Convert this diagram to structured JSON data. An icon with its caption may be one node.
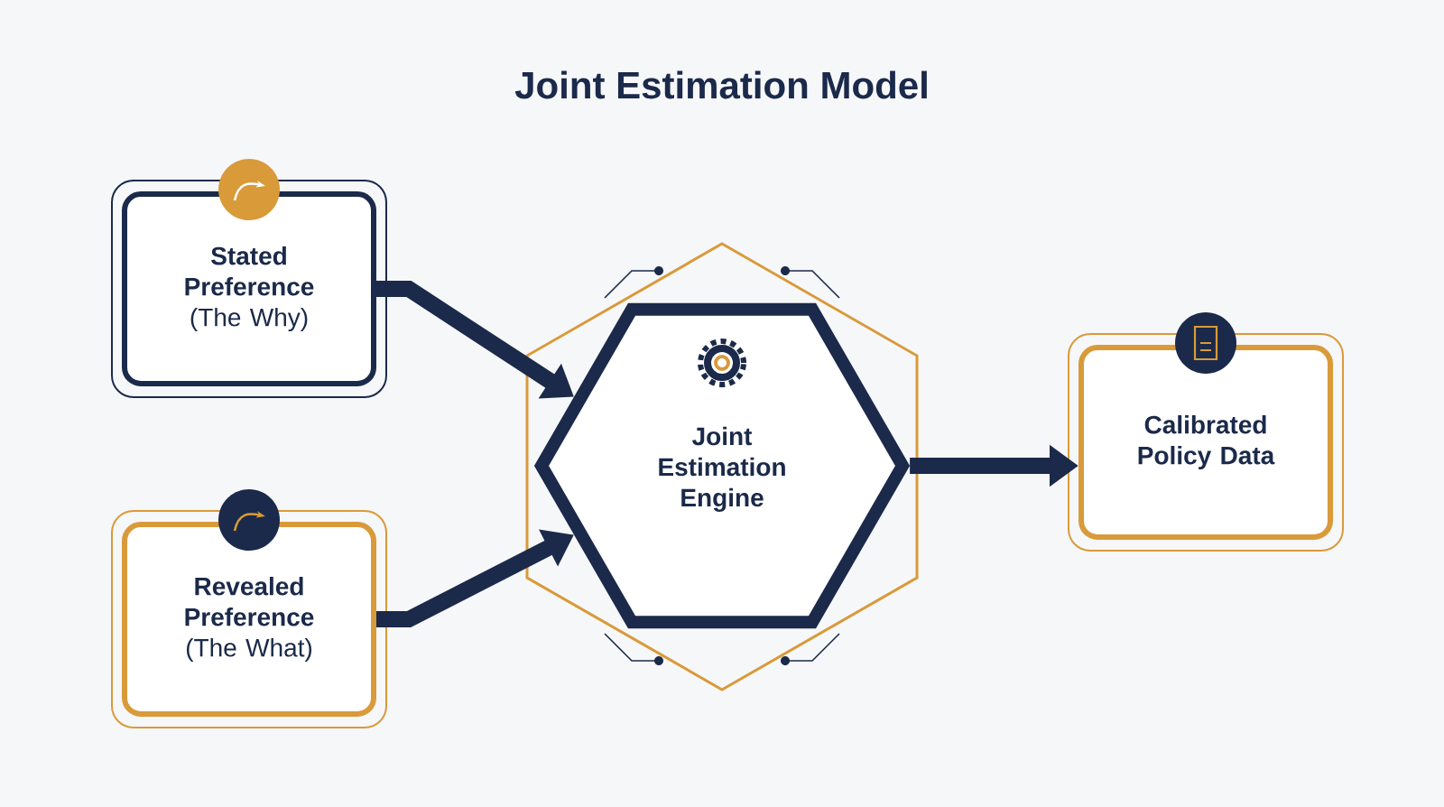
{
  "diagram": {
    "title": "Joint Estimation Model",
    "nodes": [
      {
        "text": [
          "Stated Preference",
          "(The Why)"
        ]
      },
      {
        "text": [
          "Revealed Preference",
          "(The What)"
        ]
      },
      {
        "text": [
          "Joint Estimation Engine"
        ]
      },
      {
        "text": [
          "Calibrated Policy Data"
        ]
      }
    ],
    "edges": [
      {
        "from": 0,
        "to": 2,
        "arrow": "to"
      },
      {
        "from": 1,
        "to": 2,
        "arrow": "to"
      },
      {
        "from": 2,
        "to": 3,
        "arrow": "to"
      }
    ]
  }
}
